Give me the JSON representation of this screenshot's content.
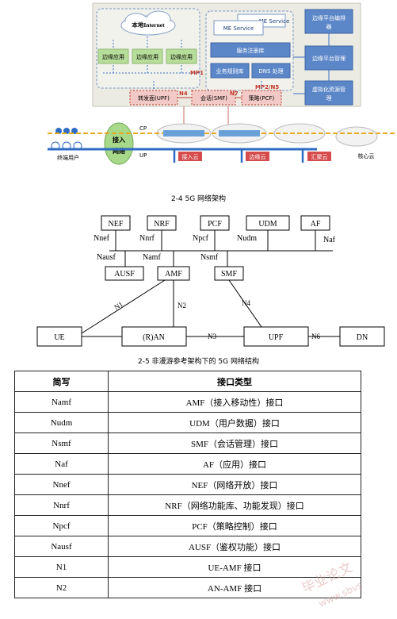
{
  "fig1": {
    "internet": "本地Internet",
    "edge_apps": [
      "边缘应用",
      "边缘应用",
      "边缘应用"
    ],
    "me_service_back": "ME Service",
    "me_service_front": "ME Service",
    "service_registry": "服务注册库",
    "rule_base": "业务规则库",
    "dns": "DNS 处理",
    "mp1": "MP1",
    "mp2n5": "MP2/N5",
    "n4": "N4",
    "n7": "N7",
    "upf": "转发面(UPF)",
    "smf": "会话(SMF)",
    "pcf": "策略(PCF)",
    "orchestrator": "边缘平台编排器",
    "platform_mgmt": "边缘平台管理",
    "virt_mgmt": "虚拟化资源管理",
    "cp": "CP",
    "up": "UP",
    "access_net": "接入网络",
    "terminal_users": "终端用户",
    "access_cloud": "接入云",
    "edge_cloud": "边缘云",
    "aggregation_cloud": "汇聚云",
    "core_cloud": "核心云"
  },
  "caption1": "2-4   5G 网络架构",
  "fig2": {
    "nf_top": [
      "NEF",
      "NRF",
      "PCF",
      "UDM",
      "AF"
    ],
    "iface_top": [
      "Nnef",
      "Nnrf",
      "Npcf",
      "Nudm",
      "Naf"
    ],
    "nf_mid": [
      "AUSF",
      "AMF",
      "SMF"
    ],
    "iface_mid": [
      "Nausf",
      "Namf",
      "Nsmf"
    ],
    "nodes_bottom": [
      "UE",
      "(R)AN",
      "UPF",
      "DN"
    ],
    "links": [
      "N1",
      "N2",
      "N3",
      "N4",
      "N6"
    ]
  },
  "caption2": "2-5   非漫游参考架构下的 5G 网络结构",
  "table": {
    "headers": [
      "简写",
      "接口类型"
    ],
    "rows": [
      [
        "Namf",
        "AMF（接入移动性）接口"
      ],
      [
        "Nudm",
        "UDM（用户数据）接口"
      ],
      [
        "Nsmf",
        "SMF（会话管理）接口"
      ],
      [
        "Naf",
        "AF（应用）接口"
      ],
      [
        "Nnef",
        "NEF（网络开放）接口"
      ],
      [
        "Nnrf",
        "NRF（网络功能库、功能发现）接口"
      ],
      [
        "Npcf",
        "PCF（策略控制）接口"
      ],
      [
        "Nausf",
        "AUSF（鉴权功能）接口"
      ],
      [
        "N1",
        "UE-AMF 接口"
      ],
      [
        "N2",
        "AN-AMF 接口"
      ]
    ]
  },
  "watermark": {
    "text1": "毕业论文",
    "text2": "www.sbvs"
  }
}
